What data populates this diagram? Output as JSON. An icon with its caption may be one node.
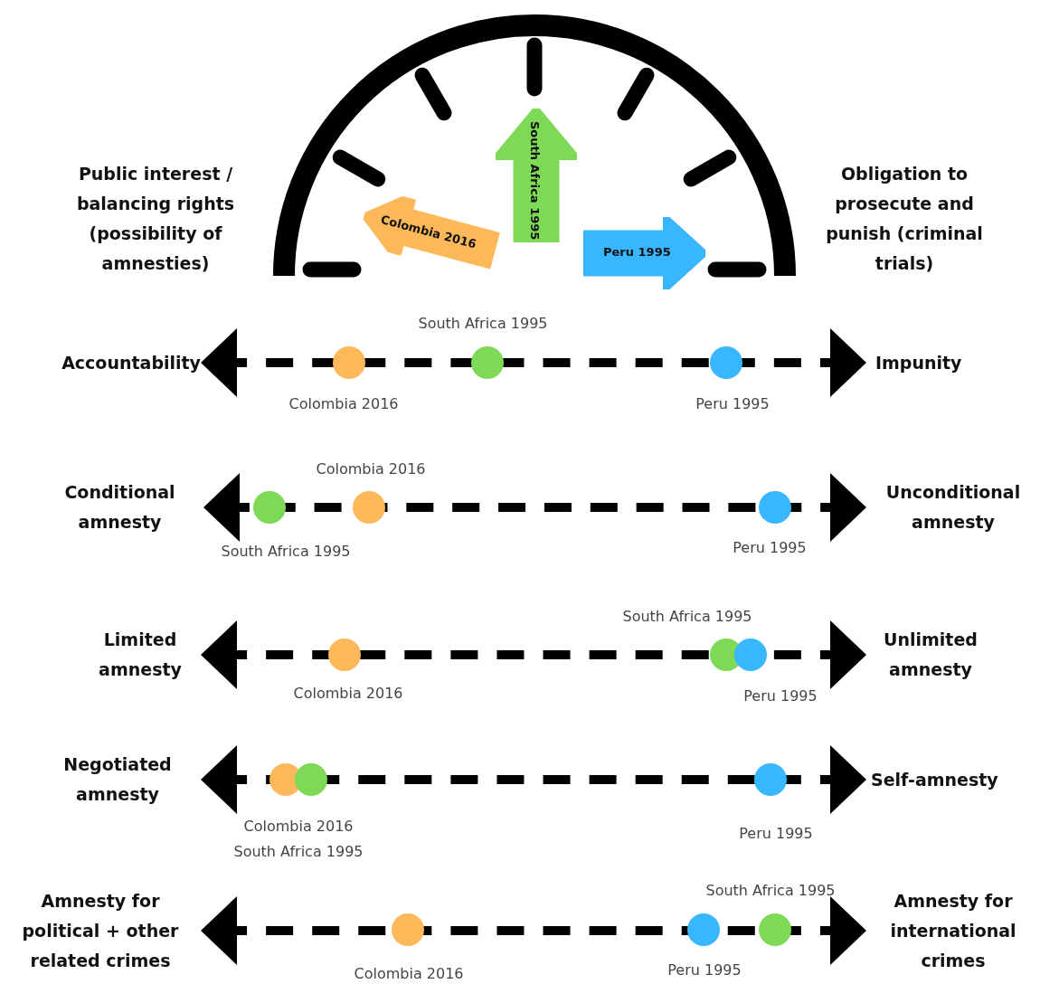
{
  "diagram": {
    "nodes": [
      {
        "text": [
          "Colombia 2016"
        ]
      },
      {
        "text": [
          "South Africa 1995"
        ]
      },
      {
        "text": [
          "Peru 1995"
        ]
      },
      {
        "text": [
          "Accountability"
        ]
      },
      {
        "text": [
          "Impunity"
        ]
      },
      {
        "text": [
          "Conditional amnesty"
        ]
      },
      {
        "text": [
          "Unconditional amnesty"
        ]
      },
      {
        "text": [
          "Limited amnesty"
        ]
      },
      {
        "text": [
          "Unlimited amnesty"
        ]
      },
      {
        "text": [
          "Negotiated amnesty"
        ]
      },
      {
        "text": [
          "Self-amnesty"
        ]
      },
      {
        "text": [
          "Amnesty for political + other related crimes"
        ]
      },
      {
        "text": [
          "Amnesty for international crimes"
        ]
      }
    ],
    "edges": [
      {
        "from": 3,
        "to": 4,
        "arrow": "both",
        "style": "dashed"
      },
      {
        "from": 5,
        "to": 6,
        "arrow": "both",
        "style": "dashed"
      },
      {
        "from": 7,
        "to": 8,
        "arrow": "both",
        "style": "dashed"
      },
      {
        "from": 9,
        "to": 10,
        "arrow": "both",
        "style": "dashed"
      },
      {
        "from": 11,
        "to": 12,
        "arrow": "both",
        "style": "dashed"
      }
    ],
    "labels": [
      "Public interest / balancing rights (possibility of amnesties)",
      "Obligation to prosecute and punish (criminal trials)",
      "South Africa 1995",
      "Colombia 2016",
      "Peru 1995",
      "Colombia 2016",
      "South Africa 1995",
      "Peru 1995",
      "South Africa 1995",
      "Colombia 2016",
      "Peru 1995",
      "Colombia 2016",
      "South Africa 1995",
      "Peru 1995",
      "South Africa 1995",
      "Colombia 2016",
      "Peru 1995"
    ]
  }
}
